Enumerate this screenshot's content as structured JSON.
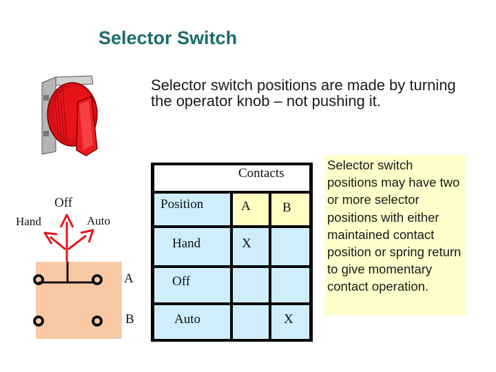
{
  "slide": {
    "title": "Selector Switch",
    "description": "Selector switch positions are made by turning the operator knob – not pushing it.",
    "note": "Selector switch positions may have two or more selector positions with either maintained contact position or spring return to give momentary contact operation."
  },
  "diagram": {
    "labels": {
      "off": "Off",
      "hand": "Hand",
      "auto": "Auto",
      "contact_a": "A",
      "contact_b": "B"
    }
  },
  "table": {
    "title": "Contacts",
    "headers": [
      "Position",
      "A",
      "B"
    ],
    "rows": [
      {
        "position": "Hand",
        "a": "X",
        "b": ""
      },
      {
        "position": "Off",
        "a": "",
        "b": ""
      },
      {
        "position": "Auto",
        "a": "",
        "b": "X"
      }
    ]
  },
  "colors": {
    "title": "#1a6b6b",
    "knob": "#e8141a",
    "table_cell": "#cdeefa",
    "note_background": "#ffffcc",
    "switch_box": "#f9c9a6"
  }
}
